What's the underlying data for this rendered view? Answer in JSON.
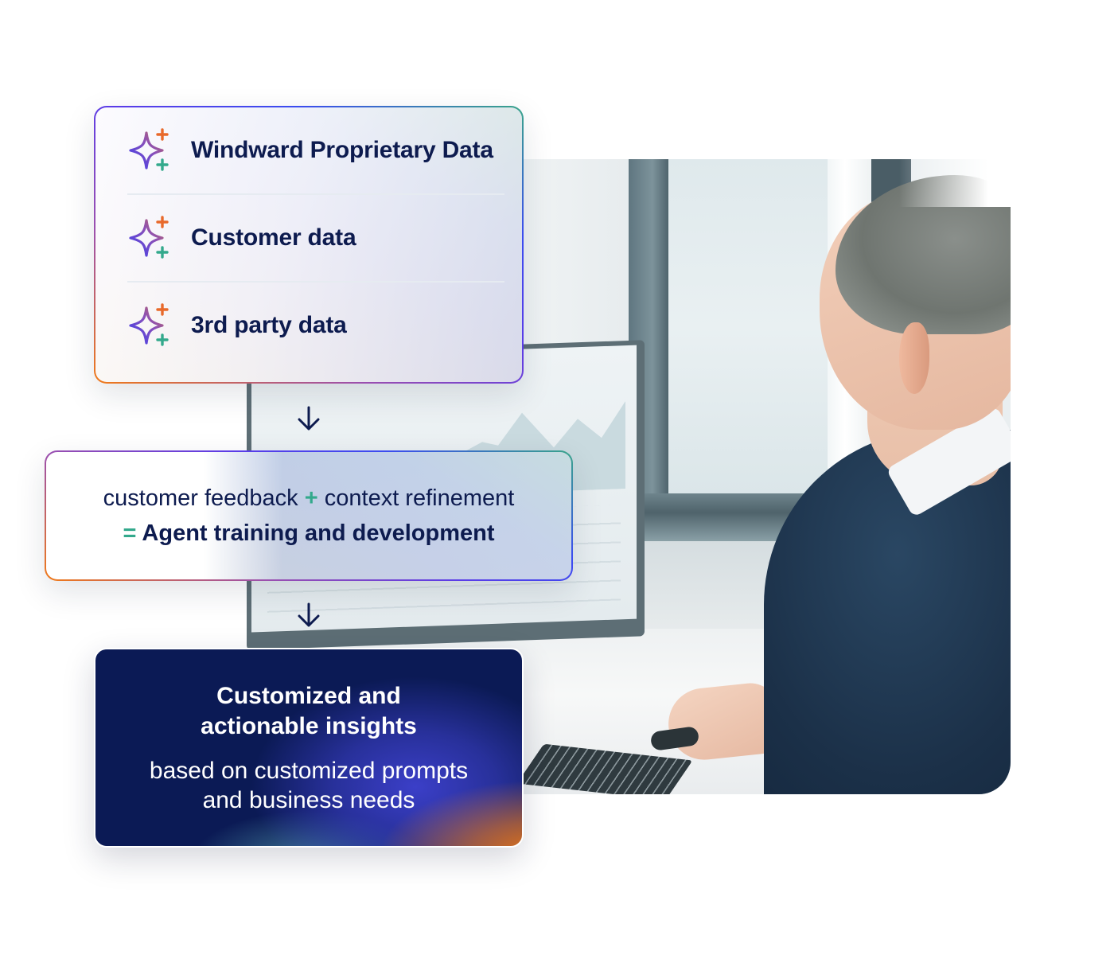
{
  "sources": {
    "items": [
      {
        "label": "Windward Proprietary Data",
        "icon": "sparkle-plus-icon"
      },
      {
        "label": "Customer data",
        "icon": "sparkle-plus-icon"
      },
      {
        "label": "3rd party data",
        "icon": "sparkle-plus-icon"
      }
    ]
  },
  "process": {
    "part1": "customer feedback",
    "plus": "+",
    "part2": "context refinement",
    "equals": "=",
    "result": "Agent training and development"
  },
  "output": {
    "title_line1": "Customized and",
    "title_line2": "actionable insights",
    "subtitle_line1": "based on customized prompts",
    "subtitle_line2": "and business needs"
  },
  "arrows": [
    "arrow-down-icon",
    "arrow-down-icon"
  ],
  "colors": {
    "navy_text": "#0d1b4f",
    "accent_green": "#33a98c",
    "accent_orange": "#f07a18",
    "accent_purple": "#5a3ce8",
    "card_dark": "#0b1a55"
  }
}
